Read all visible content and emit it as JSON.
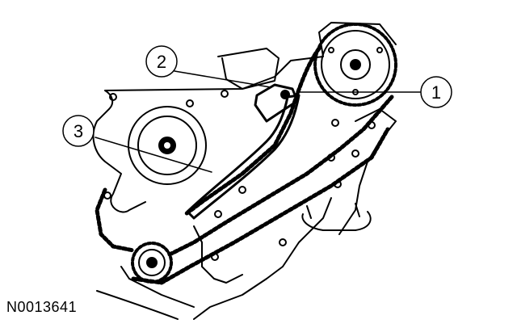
{
  "callouts": [
    {
      "id": "1",
      "label": "1"
    },
    {
      "id": "2",
      "label": "2"
    },
    {
      "id": "3",
      "label": "3"
    }
  ],
  "reference_code": "N0013641",
  "colors": {
    "line": "#000000",
    "background": "#ffffff"
  }
}
